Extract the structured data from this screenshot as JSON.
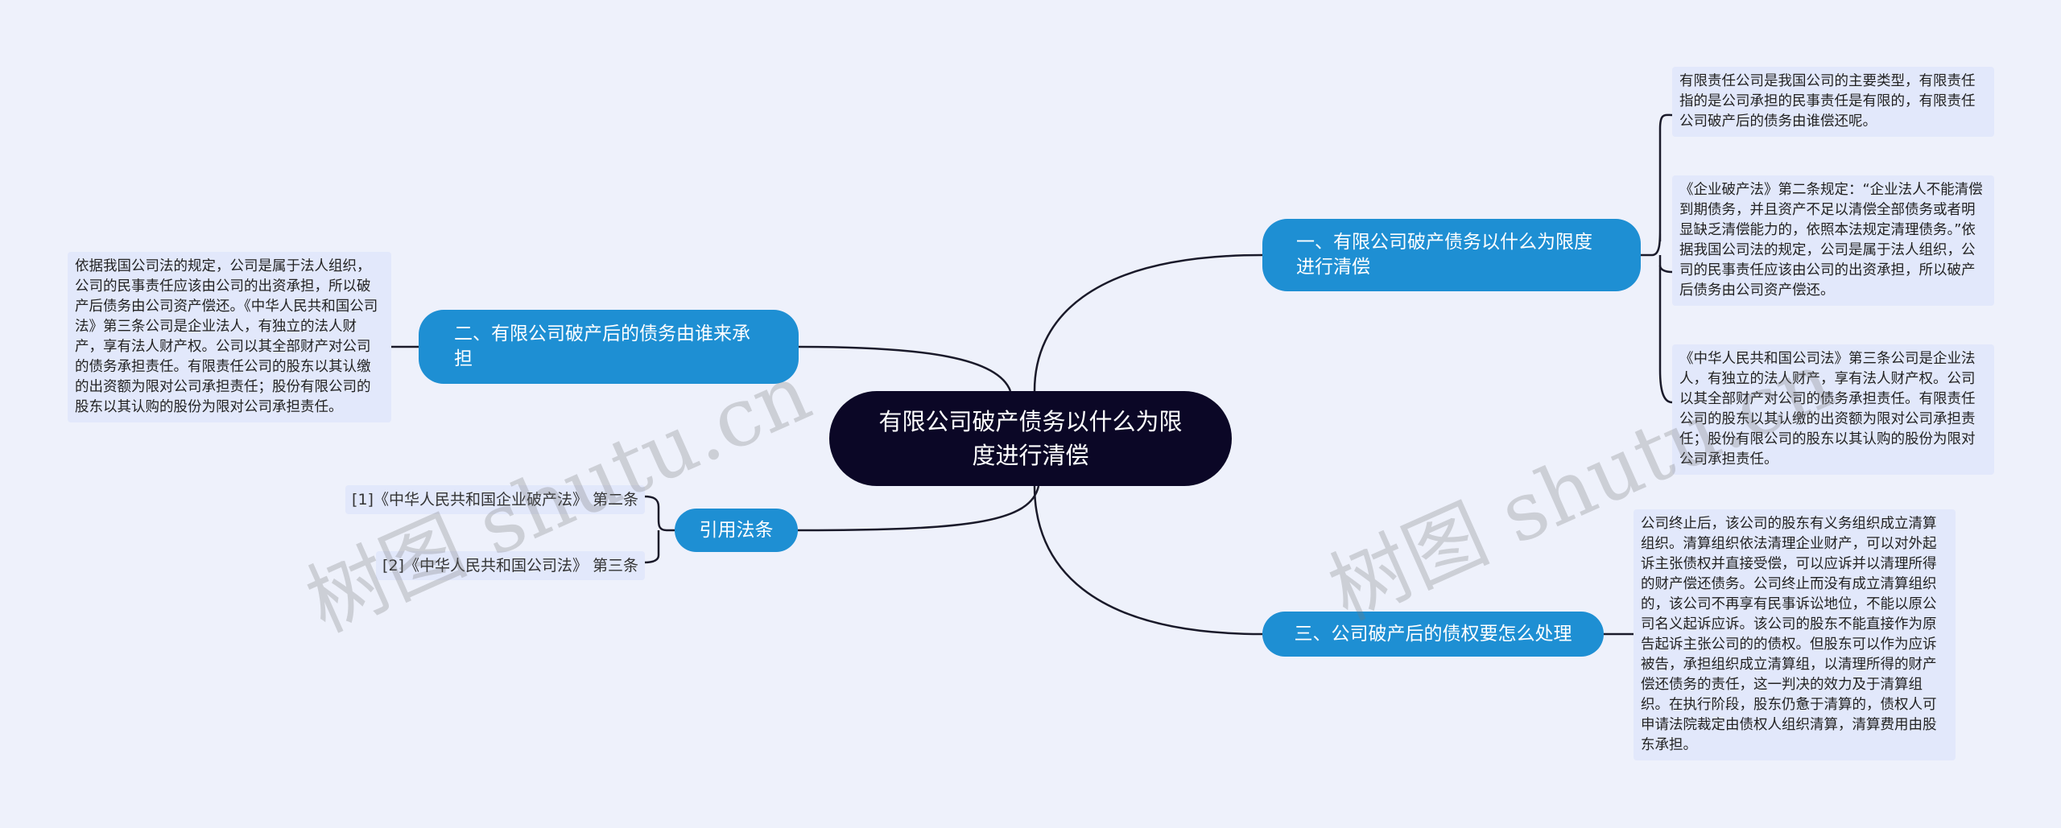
{
  "root": {
    "title": "有限公司破产债务以什么为限度进行清偿"
  },
  "branches": {
    "b1": {
      "label": "一、有限公司破产债务以什么为限度进行清偿"
    },
    "b2": {
      "label": "二、有限公司破产后的债务由谁来承担"
    },
    "b3": {
      "label": "引用法条"
    },
    "b4": {
      "label": "三、公司破产后的债权要怎么处理"
    }
  },
  "leaves": {
    "l1": "有限责任公司是我国公司的主要类型，有限责任指的是公司承担的民事责任是有限的，有限责任公司破产后的债务由谁偿还呢。",
    "l2": "《企业破产法》第二条规定：“企业法人不能清偿到期债务，并且资产不足以清偿全部债务或者明显缺乏清偿能力的，依照本法规定清理债务。”依据我国公司法的规定，公司是属于法人组织，公司的民事责任应该由公司的出资承担，所以破产后债务由公司资产偿还。",
    "l3": "《中华人民共和国公司法》第三条公司是企业法人，有独立的法人财产，享有法人财产权。公司以其全部财产对公司的债务承担责任。有限责任公司的股东以其认缴的出资额为限对公司承担责任；股份有限公司的股东以其认购的股份为限对公司承担责任。",
    "l4": "公司终止后，该公司的股东有义务组织成立清算组织。清算组织依法清理企业财产，可以对外起诉主张债权并直接受偿，可以应诉并以清理所得的财产偿还债务。公司终止而没有成立清算组织的，该公司不再享有民事诉讼地位，不能以原公司名义起诉应诉。该公司的股东不能直接作为原告起诉主张公司的的债权。但股东可以作为应诉被告，承担组织成立清算组，以清理所得的财产偿还债务的责任，这一判决的效力及于清算组织。在执行阶段，股东仍惫于清算的，债权人可申请法院裁定由债权人组织清算，清算费用由股东承担。",
    "l5": "依据我国公司法的规定，公司是属于法人组织，公司的民事责任应该由公司的出资承担，所以破产后债务由公司资产偿还。《中华人民共和国公司法》第三条公司是企业法人，有独立的法人财产，享有法人财产权。公司以其全部财产对公司的债务承担责任。有限责任公司的股东以其认缴的出资额为限对公司承担责任；股份有限公司的股东以其认购的股份为限对公司承担责任。"
  },
  "references": {
    "r1": "[1]《中华人民共和国企业破产法》 第二条",
    "r2": "[2]《中华人民共和国公司法》 第三条"
  },
  "watermarks": [
    "树图 shutu.cn",
    "树图 shutu.cn"
  ],
  "colors": {
    "background": "#eef1fb",
    "root": "#0b0726",
    "branch": "#1e8fd3",
    "leaf": "#e2e8fb",
    "line": "#1a1a2a"
  }
}
